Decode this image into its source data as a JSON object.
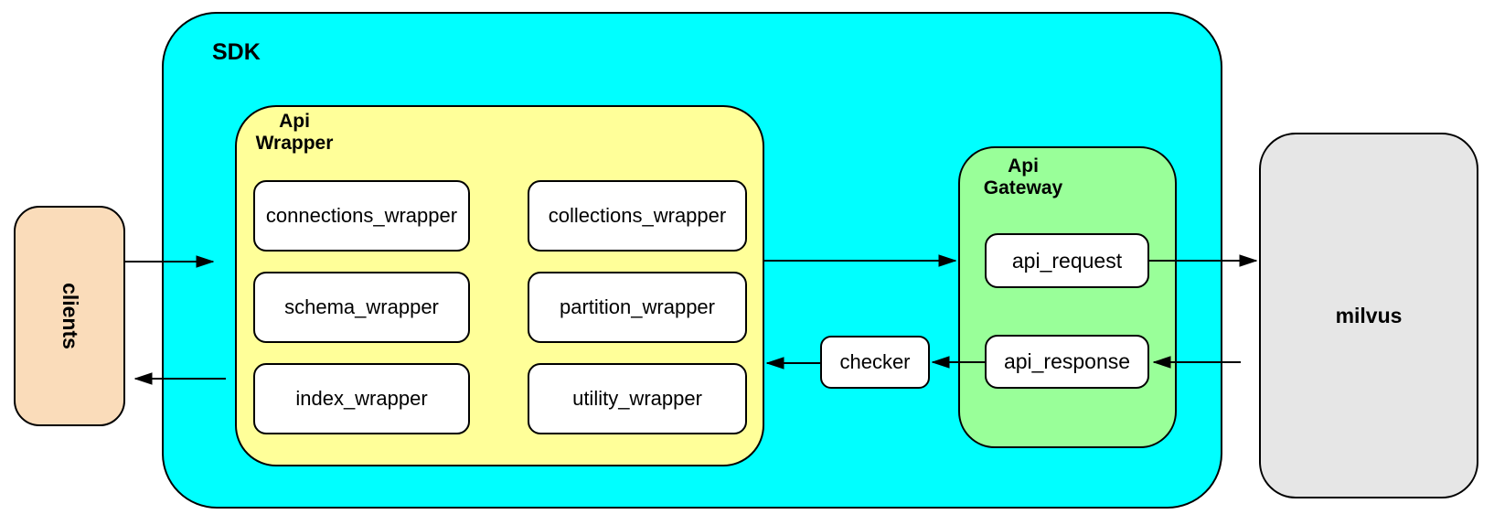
{
  "diagram": {
    "clients": {
      "label": "clients",
      "fill": "#FADCBA"
    },
    "sdk": {
      "label": "SDK",
      "fill": "#00FFFF"
    },
    "api_wrapper": {
      "label": "Api\nWrapper",
      "fill": "#FFFF99",
      "boxes": [
        "connections_wrapper",
        "collections_wrapper",
        "schema_wrapper",
        "partition_wrapper",
        "index_wrapper",
        "utility_wrapper"
      ]
    },
    "api_gateway": {
      "label": "Api\nGateway",
      "fill": "#99FF99",
      "api_request": "api_request",
      "api_response": "api_response"
    },
    "checker": {
      "label": "checker",
      "fill": "#FFFFFF"
    },
    "milvus": {
      "label": "milvus",
      "fill": "#E6E6E6"
    },
    "colors": {
      "leaf_node_fill": "#FFFFFF",
      "border": "#000000",
      "arrow": "#000000",
      "background": "#FFFFFF"
    },
    "arrows": [
      {
        "from": "clients",
        "to": "api_wrapper"
      },
      {
        "from": "api_wrapper",
        "to": "api_gateway"
      },
      {
        "from": "api_request",
        "to": "milvus"
      },
      {
        "from": "milvus",
        "to": "api_response"
      },
      {
        "from": "api_response",
        "to": "checker"
      },
      {
        "from": "checker",
        "to": "api_wrapper"
      },
      {
        "from": "sdk",
        "to": "clients"
      }
    ]
  }
}
